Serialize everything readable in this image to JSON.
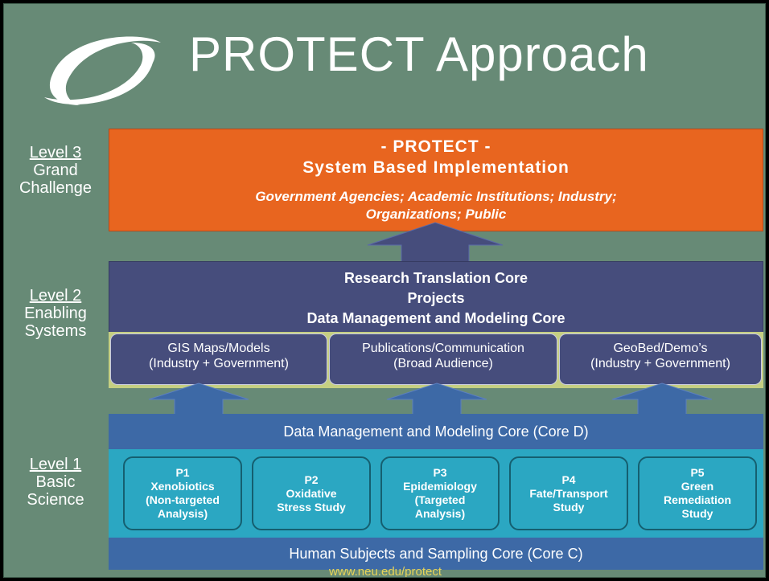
{
  "title": "PROTECT Approach",
  "logo": {
    "icon": "swoosh-logo-icon"
  },
  "levels": {
    "level3": {
      "label": "Level 3",
      "sub": [
        "Grand",
        "Challenge"
      ]
    },
    "level2": {
      "label": "Level 2",
      "sub": [
        "Enabling",
        "Systems"
      ]
    },
    "level1": {
      "label": "Level 1",
      "sub": [
        "Basic",
        "Science"
      ]
    }
  },
  "level3_box": {
    "line1": "- PROTECT -",
    "line2": "System Based Implementation",
    "italic1": "Government Agencies; Academic Institutions; Industry;",
    "italic2": "Organizations; Public"
  },
  "level2_box": {
    "line1": "Research Translation Core",
    "line2": "Projects",
    "line3": "Data Management and Modeling Core"
  },
  "subsystems": [
    {
      "line1": "GIS Maps/Models",
      "line2": "(Industry + Government)"
    },
    {
      "line1": "Publications/Communication",
      "line2": "(Broad Audience)"
    },
    {
      "line1": "GeoBed/Demo’s",
      "line2": "(Industry + Government)"
    }
  ],
  "level1_header": "Data Management and Modeling Core (Core D)",
  "projects": [
    {
      "lines": [
        "P1",
        "Xenobiotics",
        "(Non-targeted",
        "Analysis)"
      ]
    },
    {
      "lines": [
        "P2",
        "Oxidative",
        "Stress Study"
      ]
    },
    {
      "lines": [
        "P3",
        "Epidemiology",
        "(Targeted",
        "Analysis)"
      ]
    },
    {
      "lines": [
        "P4",
        "Fate/Transport",
        "Study"
      ]
    },
    {
      "lines": [
        "P5",
        "Green",
        "Remediation",
        "Study"
      ]
    }
  ],
  "level1_footer": "Human Subjects and Sampling Core (Core C)",
  "footer_url": "www.neu.edu/protect",
  "colors": {
    "background": "#678a76",
    "level3": "#e8651f",
    "level2": "#464d7c",
    "level1_bar": "#3d69a6",
    "projects_band": "#2ba7c2",
    "band_highlight": "#c5cf82",
    "url": "#e6d35a"
  }
}
